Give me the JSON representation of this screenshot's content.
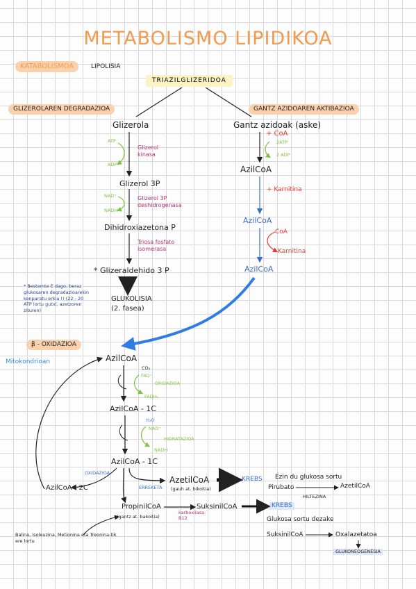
{
  "title": "METABOLISMO LIPIDIKOA",
  "katabolismoa": "KATABOLISMOA",
  "lipolisia": "LIPOLISIA",
  "triazilglizeridoa": "TRIAZILGLIZERIDOA",
  "glizerol_title": "GLIZEROLAREN DEGRADAZIOA",
  "ganz_title": "GANTZ AZIDOAREN AKTIBAZIOA",
  "left": {
    "glizerola": "Glizerola",
    "atp": "ATP",
    "adp": "ADP",
    "glizerol_kinasa": "Glizerol kinasa",
    "glizerol_3p": "Glizerol 3P",
    "nad": "NAD⁺",
    "nadh": "NADH",
    "glizerol_3p_desh": "Glizerol 3P deshidrogenasa",
    "dihidroxi": "Dihidroxiazetona P",
    "triosa": "Triosa fosfato isomerasa",
    "glizeraldehido": "* Glizeraldehido 3 P",
    "glukolisia": "GLUKOLISIA",
    "fasea": "(2. fasea)",
    "note": "* Bestemte E dago, beraz glukosaren degradazioarekin konparatu erkia !! (22 - 20 ATP lortu gutxi, azetzoren zituren)"
  },
  "right": {
    "ganz_azidoak": "Gantz azidoak (aske)",
    "coa_plus": "+ CoA",
    "atp2": "2ATP",
    "adp2": "2 ADP",
    "azilcoa1": "AzilCoA",
    "karnitina_plus": "+ Karnitina",
    "azilcoa2": "AzilCoA",
    "coa": "CoA",
    "karnitina": "Karnitina",
    "azilcoa3": "AzilCoA"
  },
  "beta": {
    "title": "β - OXIDAZIOA",
    "mitokondrioa": "Mitokondrioan",
    "azilcoa": "AzilCoA",
    "co2": "CO₂",
    "fad": "FAD⁺",
    "fadh2": "FADH₂",
    "oxidazioa1": "OXIDAZIOA",
    "azilcoa_1c": "AzilCoA - 1C",
    "h2o": "H₂O",
    "nad": "NAD⁺",
    "nadh": "NADH",
    "hidratazioa": "HIDRATAZIOA",
    "azilcoa_1c_b": "AzilCoA - 1C",
    "oxidazioa2": "OXIDAZIOA",
    "azilcoa_2c": "AzilCoA - 2C",
    "azetilcoa": "AzetilCoA",
    "gauh_bikoitia": "(gauh at. bikoitia)",
    "krebs1": "KREBS",
    "ezin": "Ezin du glukosa sortu",
    "pirubato": "Pirubato",
    "azetilcoa2": "AzetilCoA",
    "hiltezina": "HILTEZINA",
    "erreketa": "ERREKETA",
    "propinilcoa": "PropinilCoA",
    "gantz_bakoitia": "(gantz at. bakoitia)",
    "suksinilcoa": "SuksinilCoA",
    "karboxilasa": "karboxilasa: B12",
    "krebs2": "KREBS",
    "glukosa_sortu": "Glukosa sortu dezake",
    "suksinilcoa2": "SuksinilCoA",
    "oxalazetatoa": "Oxalazetatoa",
    "glukoneogenesia": "GLUKONEOGENESIA",
    "balina": "Balina, Isoleuzina, Metionina eta Treonina-tik ere lortu"
  },
  "colors": {
    "orange": "#f29b4f",
    "green": "#7fc241",
    "pink": "#b5316a",
    "red": "#e3392e",
    "blue": "#3a6ec7"
  }
}
